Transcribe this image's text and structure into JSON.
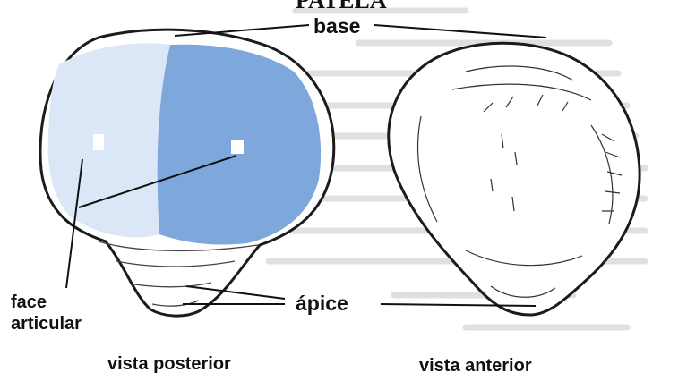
{
  "title": "PATELA",
  "labels": {
    "base": "base",
    "face_articular_line1": "face",
    "face_articular_line2": "articular",
    "apice": "ápice",
    "vista_posterior": "vista posterior",
    "vista_anterior": "vista anterior"
  },
  "colors": {
    "articular_light": "#dbe6f6",
    "articular_dark": "#7ea7dc",
    "outline": "#1b1b1b",
    "background_text": "#b4b4b4"
  }
}
